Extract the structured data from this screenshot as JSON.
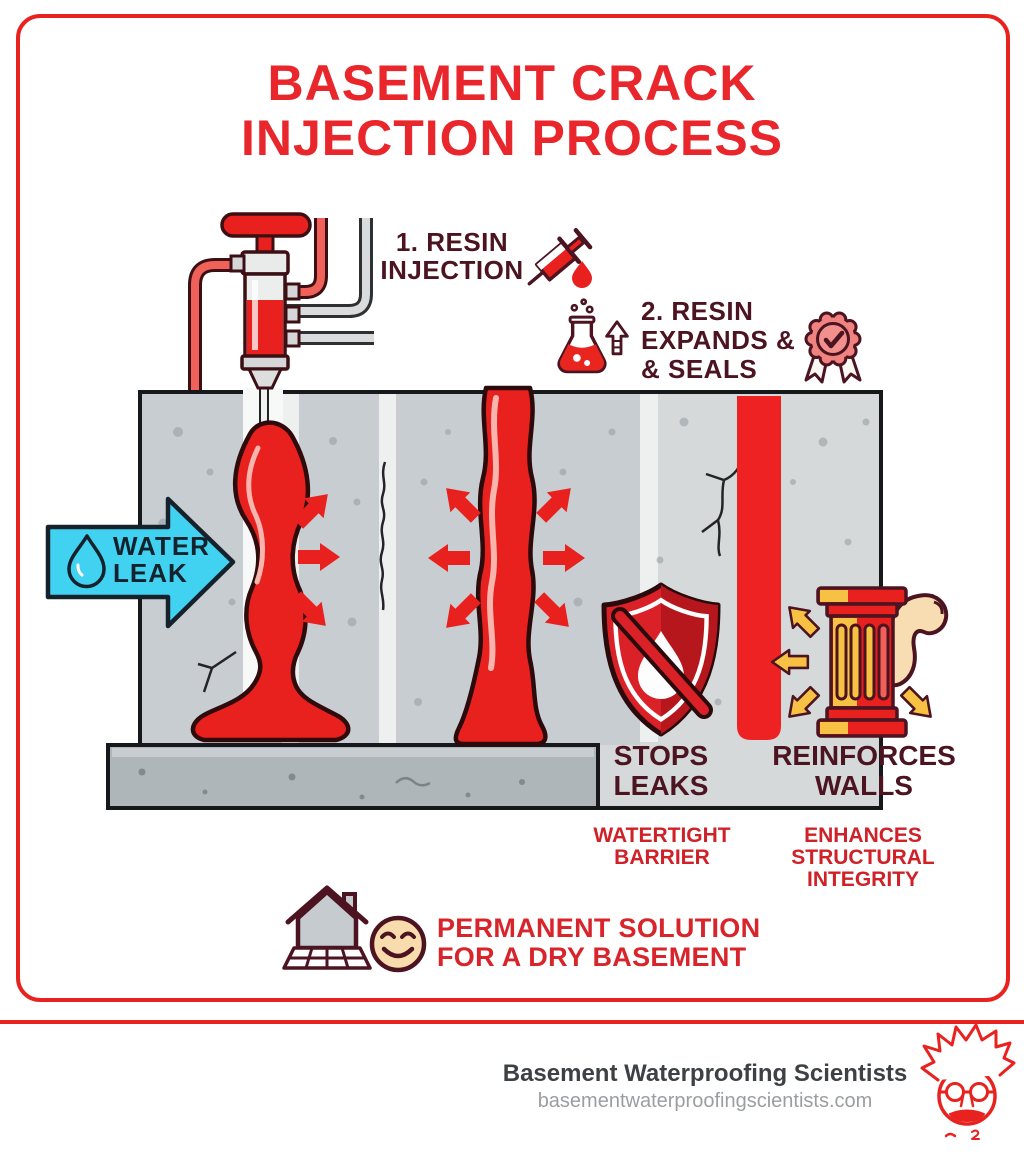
{
  "title": {
    "line1": "BASEMENT CRACK",
    "line2": "INJECTION PROCESS"
  },
  "steps": {
    "step1": {
      "line1": "1. RESIN",
      "line2": "INJECTION",
      "icons": [
        "syringe-icon",
        "resin-drop-icon"
      ]
    },
    "step2": {
      "line1": "2. RESIN",
      "line2": "EXPANDS  &",
      "line3": "& SEALS",
      "icons": [
        "flask-icon",
        "expand-up-arrow-icon",
        "seal-badge-icon"
      ]
    }
  },
  "water_leak": {
    "line1": "WATER",
    "line2": "LEAK",
    "icon": "water-drop-icon"
  },
  "benefits": [
    {
      "icon": "no-leak-shield-icon",
      "title_line1": "STOPS",
      "title_line2": "LEAKS",
      "subtitle_line1": "WATERTIGHT",
      "subtitle_line2": "BARRIER"
    },
    {
      "icon": "strong-column-icon",
      "title_line1": "REINFORCES",
      "title_line2": "WALLS",
      "subtitle_line1": "ENHANCES",
      "subtitle_line2": "STRUCTURAL",
      "subtitle_line3": "INTEGRITY"
    }
  ],
  "conclusion": {
    "line1": "PERMANENT SOLUTION",
    "line2": "FOR A DRY BASEMENT",
    "icons": [
      "house-icon",
      "happy-face-icon"
    ]
  },
  "footer": {
    "company": "Basement Waterproofing Scientists",
    "website": "basementwaterproofingscientists.com",
    "logo": "scientist-mascot-logo"
  },
  "colors": {
    "accent_red": "#e8231f",
    "title_red": "#e8262b",
    "dark_maroon": "#4b1420",
    "label_red": "#cf2127",
    "water_cyan": "#41d2f2",
    "resin_red": "#e8211f",
    "wall_gray": "#c8cdd1",
    "floor_gray": "#aeb6ba",
    "column_yellow": "#f7c244"
  }
}
